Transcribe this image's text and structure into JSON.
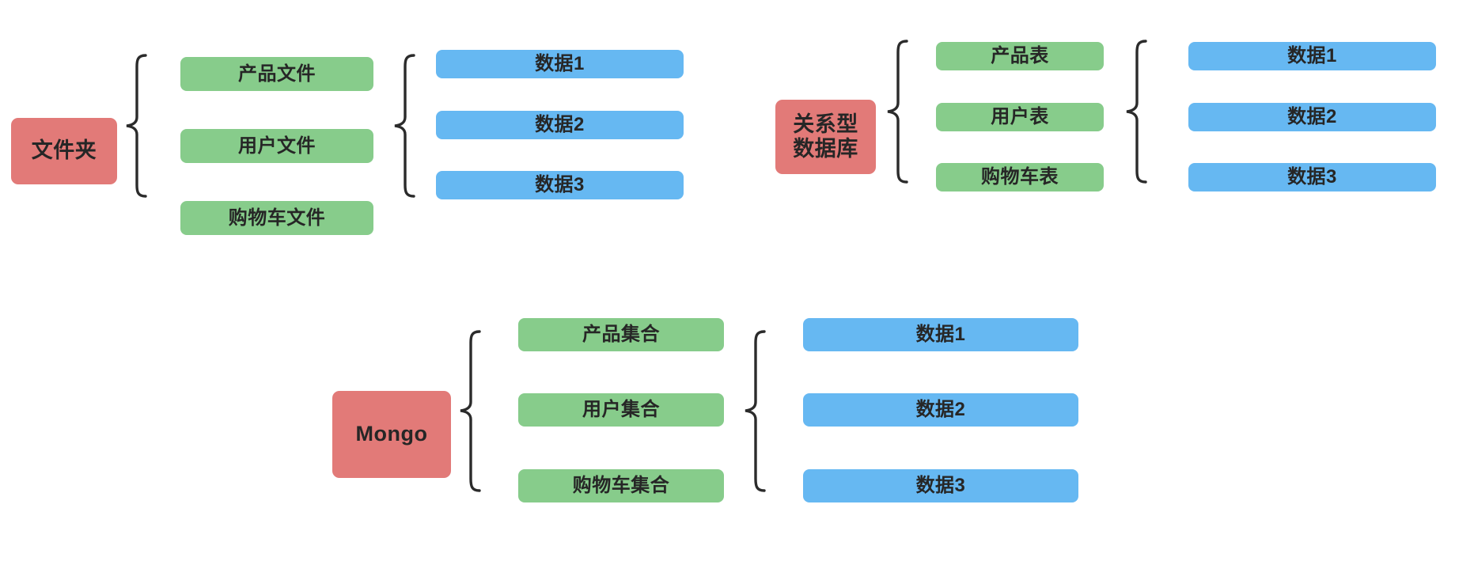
{
  "diagram": {
    "title": "",
    "colors": {
      "root": "#e27a78",
      "mid": "#87cc8b",
      "leaf": "#66b8f2",
      "text": "#262626",
      "brace": "#2b2b2b",
      "background": "#ffffff"
    },
    "sections": [
      {
        "id": "folder",
        "root": {
          "label": "文件夹",
          "lines": [
            "文件夹"
          ]
        },
        "middle": [
          {
            "label": "产品文件"
          },
          {
            "label": "用户文件"
          },
          {
            "label": "购物车文件"
          }
        ],
        "leaves": [
          {
            "label": "数据1"
          },
          {
            "label": "数据2"
          },
          {
            "label": "数据3"
          }
        ]
      },
      {
        "id": "relational-database",
        "root": {
          "label": "关系型数据库",
          "lines": [
            "关系型",
            "数据库"
          ]
        },
        "middle": [
          {
            "label": "产品表"
          },
          {
            "label": "用户表"
          },
          {
            "label": "购物车表"
          }
        ],
        "leaves": [
          {
            "label": "数据1"
          },
          {
            "label": "数据2"
          },
          {
            "label": "数据3"
          }
        ]
      },
      {
        "id": "mongo",
        "root": {
          "label": "Mongo",
          "lines": [
            "Mongo"
          ]
        },
        "middle": [
          {
            "label": "产品集合"
          },
          {
            "label": "用户集合"
          },
          {
            "label": "购物车集合"
          }
        ],
        "leaves": [
          {
            "label": "数据1"
          },
          {
            "label": "数据2"
          },
          {
            "label": "数据3"
          }
        ]
      }
    ]
  }
}
